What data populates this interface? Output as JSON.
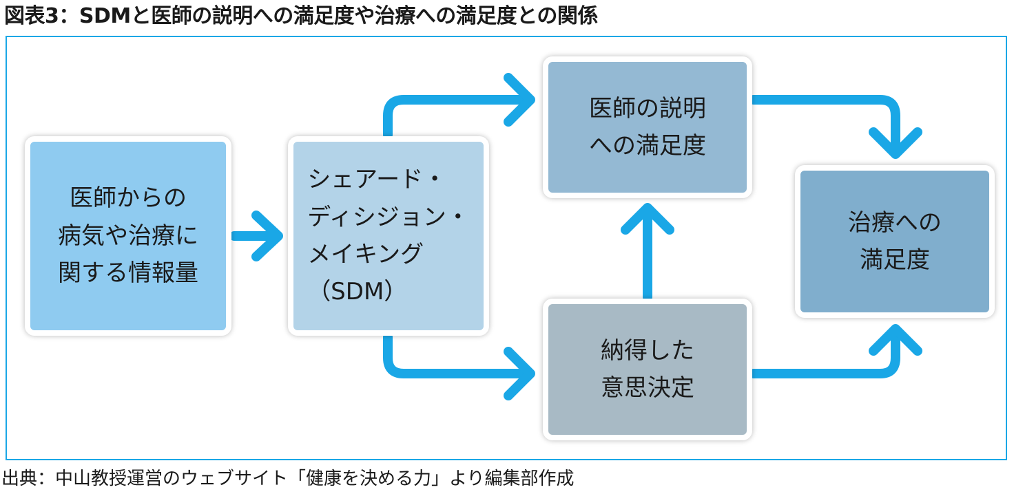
{
  "title": "図表3：SDMと医師の説明への満足度や治療への満足度との関係",
  "nodes": {
    "info": "医師からの\n病気や治療に\n関する情報量",
    "sdm": "シェアード・\nディシジョン・\nメイキング\n（SDM）",
    "doctor_satisfaction": "医師の説明\nへの満足度",
    "decision": "納得した\n意思決定",
    "treatment_satisfaction": "治療への\n満足度"
  },
  "source": "出典：中山教授運営のウェブサイト「健康を決める力」より編集部作成",
  "colors": {
    "frame": "#1aa7e6",
    "arrow": "#1aa7e6",
    "info_box": "#8fcbf0",
    "sdm_box": "#b3d3e8",
    "doctor_box": "#94b9d3",
    "decision_box": "#a8bac5",
    "treatment_box": "#80aecd"
  }
}
